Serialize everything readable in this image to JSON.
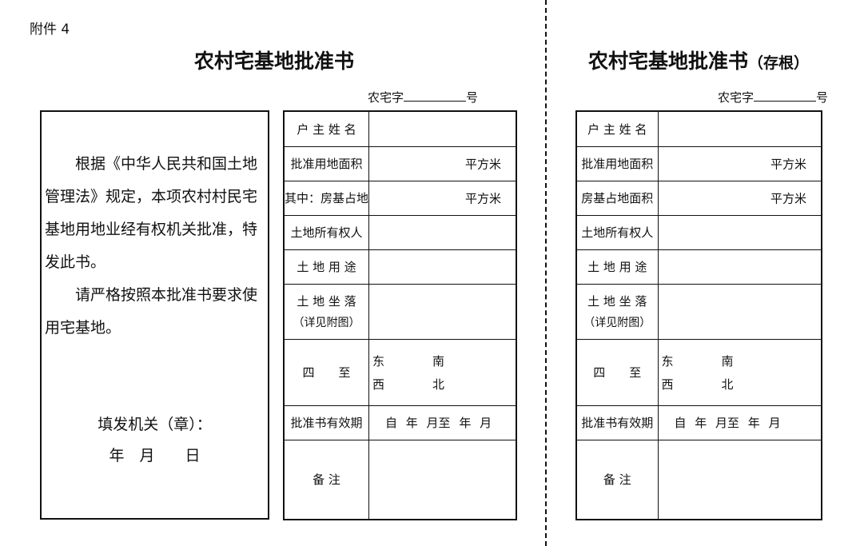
{
  "attachment_label": "附件 4",
  "dash_line": "cut-line",
  "approval": {
    "title": "农村宅基地批准书",
    "number_prefix": "农宅字",
    "number_suffix": "号",
    "body_p1": "根据《中华人民共和国土地管理法》规定，本项农村村民宅基地用地业经有权机关批准，特发此书。",
    "body_p2": "请严格按照本批准书要求使用宅基地。",
    "issuer_label": "填发机关（章）：",
    "date_label": "年　月　　日",
    "rows": {
      "owner": "户 主 姓 名",
      "approved_area": "批准用地面积",
      "house_area": "其中：房基占地",
      "land_owner": "土地所有权人",
      "land_use": "土 地 用 途",
      "location": "土 地 坐 落",
      "location_note": "（详见附图）",
      "boundaries": "四　　至",
      "validity": "批准书有效期",
      "remarks": "备 注"
    },
    "unit": "平方米",
    "east": "东",
    "south": "南",
    "west": "西",
    "north": "北",
    "validity_value": "自 年 月至 年 月"
  },
  "stub": {
    "title": "农村宅基地批准书",
    "title_suffix": "（存根）",
    "number_prefix": "农宅字",
    "number_suffix": "号",
    "rows": {
      "owner": "户 主 姓 名",
      "approved_area": "批准用地面积",
      "house_area": "房基占地面积",
      "land_owner": "土地所有权人",
      "land_use": "土 地 用 途",
      "location": "土 地 坐 落",
      "location_note": "（详见附图）",
      "boundaries": "四　　至",
      "validity": "批准书有效期",
      "remarks": "备 注"
    },
    "unit": "平方米",
    "east": "东",
    "south": "南",
    "west": "西",
    "north": "北",
    "validity_value": "自 年 月至 年 月"
  }
}
